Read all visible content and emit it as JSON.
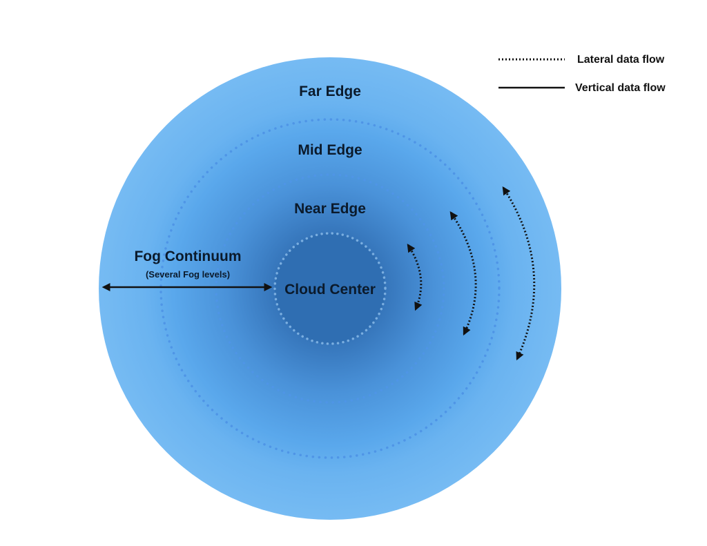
{
  "legend": {
    "lateral_label": "Lateral data flow",
    "vertical_label": "Vertical data flow"
  },
  "zones": {
    "far_edge": "Far Edge",
    "mid_edge": "Mid Edge",
    "near_edge": "Near Edge",
    "cloud_center": "Cloud Center"
  },
  "fog": {
    "title": "Fog Continuum",
    "subtitle": "(Several Fog levels)"
  },
  "colors": {
    "outer_fill": "#74b9f2",
    "mid_fill": "#5aa8ec",
    "near_fill": "#3f87cf",
    "center_fill": "#2e6db0",
    "ring_dots": "#4f95e6",
    "center_ring_dots": "#7aaee0",
    "text": "#0b1a2b",
    "arrow": "#111111"
  }
}
